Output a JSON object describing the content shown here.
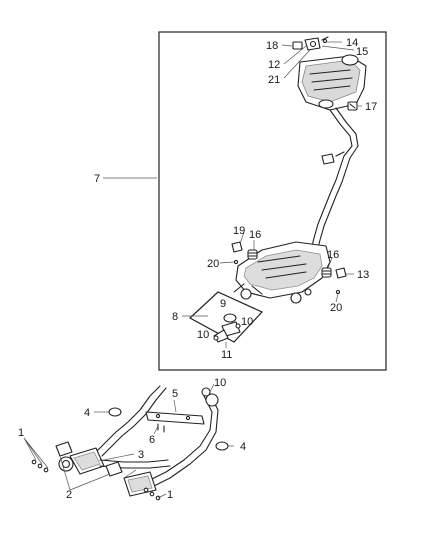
{
  "callouts": {
    "1a": "1",
    "1b": "1",
    "2": "2",
    "3": "3",
    "4a": "4",
    "4b": "4",
    "5": "5",
    "6": "6",
    "7": "7",
    "8": "8",
    "9": "9",
    "10a": "10",
    "10b": "10",
    "10c": "10",
    "11": "11",
    "12": "12",
    "13": "13",
    "14": "14",
    "15": "15",
    "16a": "16",
    "16b": "16",
    "17": "17",
    "18": "18",
    "19": "19",
    "20a": "20",
    "20b": "20",
    "21": "21"
  }
}
